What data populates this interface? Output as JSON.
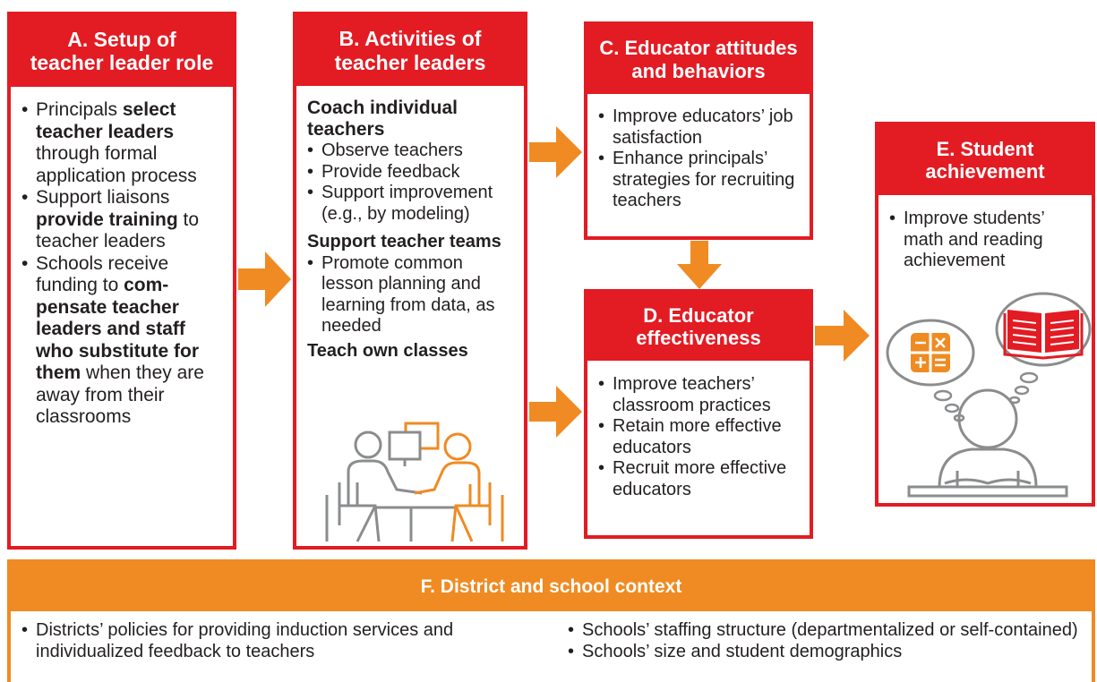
{
  "box_a": {
    "title_line1": "A. Setup of",
    "title_line2": "teacher leader role",
    "item1": {
      "pre": "Principals ",
      "bold": "select teacher leaders",
      "post": " through formal application process"
    },
    "item2": {
      "pre": "Support liaisons ",
      "bold": "provide training",
      "post": " to teacher leaders"
    },
    "item3": {
      "pre": "Schools receive funding to ",
      "bold": "com-pensate teacher leaders and staff who substitute for them",
      "post": " when they are away from their classrooms"
    }
  },
  "box_b": {
    "title_line1": "B. Activities of",
    "title_line2": "teacher leaders",
    "coach_heading": "Coach individual teachers",
    "coach_items": [
      "Observe teachers",
      "Provide feedback",
      "Support improvement (e.g., by modeling)"
    ],
    "teams_heading": "Support teacher teams",
    "teams_items": [
      "Promote common lesson planning and learning from data, as needed"
    ],
    "teach_heading": "Teach own classes"
  },
  "box_c": {
    "title_line1": "C. Educator attitudes",
    "title_line2": "and behaviors",
    "items": [
      "Improve educators’ job satisfaction",
      "Enhance principals’ strategies for recruiting teachers"
    ]
  },
  "box_d": {
    "title_line1": "D. Educator",
    "title_line2": "effectiveness",
    "items": [
      "Improve teachers’ classroom practices",
      "Retain more effective educators",
      "Recruit more effective educators"
    ]
  },
  "box_e": {
    "title_line1": "E. Student",
    "title_line2": "achievement",
    "items": [
      "Improve students’ math and reading achievement"
    ]
  },
  "box_f": {
    "title": "F. District and school context",
    "left_items": [
      "Districts’ policies for providing induction services and individualized feedback to teachers"
    ],
    "right_items": [
      "Schools’ staffing structure (departmentalized or self-contained)",
      "Schools’ size and student demographics"
    ]
  },
  "colors": {
    "red": "#e31b23",
    "orange": "#ef8b22",
    "gray": "#8a8c8e",
    "text": "#231f20"
  },
  "icons": [
    "arrow-right-icon",
    "arrow-down-icon",
    "calculator-icon",
    "book-icon",
    "thought-bubble-icon",
    "student-reading-icon",
    "teachers-collaborating-icon"
  ]
}
